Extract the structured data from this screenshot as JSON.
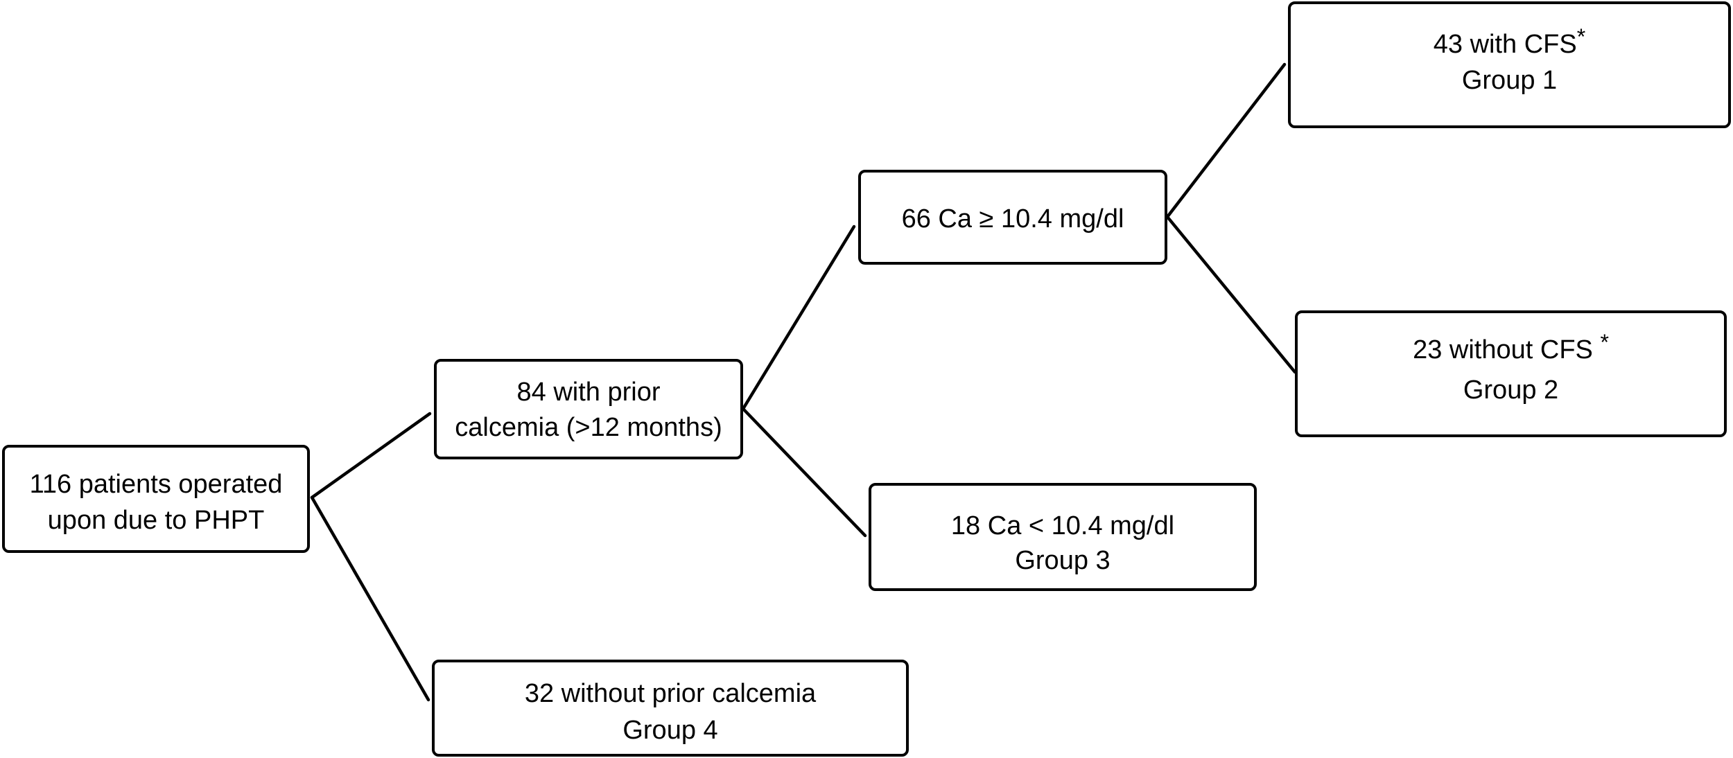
{
  "diagram": {
    "nodes": {
      "root": {
        "line1": "116 patients operated",
        "line2": "upon due to PHPT"
      },
      "prior": {
        "line1": "84 with prior",
        "line2": "calcemia (>12 months)"
      },
      "no_prior": {
        "line1": "32 without prior calcemia",
        "line2": "Group 4"
      },
      "high_ca": {
        "line1": "66 Ca ≥ 10.4 mg/dl"
      },
      "low_ca": {
        "line1": "18 Ca < 10.4 mg/dl",
        "line2": "Group 3"
      },
      "cfs": {
        "line1": "43 with CFS",
        "mark": "*",
        "line2": "Group 1"
      },
      "no_cfs": {
        "line1": "23 without CFS ",
        "mark": "*",
        "line2": "Group 2"
      }
    },
    "connector_color": "#000000",
    "box_border_color": "#000000"
  }
}
